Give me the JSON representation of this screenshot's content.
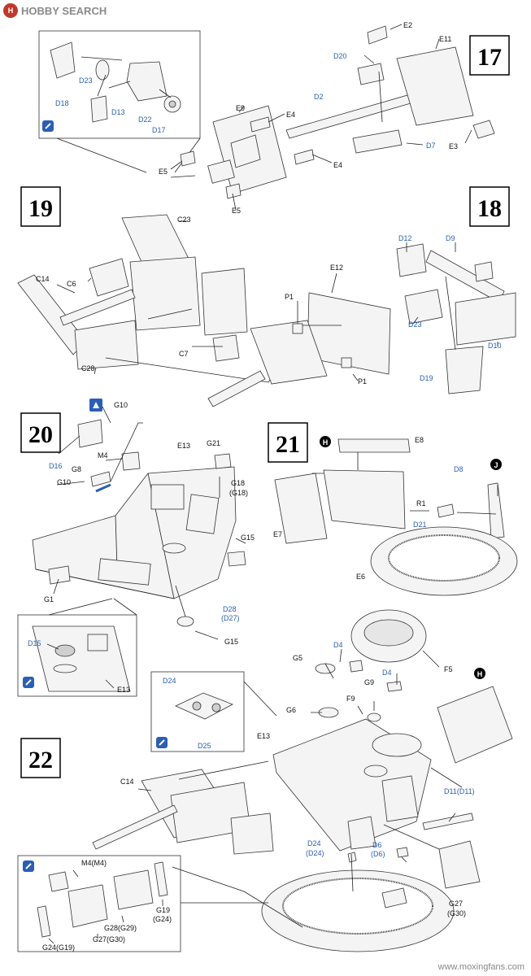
{
  "watermark": {
    "logo": "H",
    "text": "HOBBY SEARCH",
    "footer": "www.moxingfans.com"
  },
  "steps": {
    "s17": "17",
    "s18": "18",
    "s19": "19",
    "s20": "20",
    "s21": "21",
    "s22": "22"
  },
  "markers": {
    "h": "H",
    "j": "J"
  },
  "labels": {
    "E2": "E2",
    "E11": "E11",
    "D20": "D20",
    "D2": "D2",
    "D7": "D7",
    "E3": "E3",
    "E9": "E9",
    "E4": "E4",
    "E5": "E5",
    "D23": "D23",
    "D13": "D13",
    "D22": "D22",
    "D17": "D17",
    "D18": "D18",
    "C23": "C23",
    "C6": "C6",
    "C14": "C14",
    "C7": "C7",
    "C28": "C28",
    "D12": "D12",
    "D9": "D9",
    "E12": "E12",
    "P1": "P1",
    "D10": "D10",
    "D19": "D19",
    "G10": "G10",
    "D16": "D16",
    "M4": "M4",
    "G8": "G8",
    "E13": "E13",
    "G21": "G21",
    "G18": "G18",
    "G18b": "(G18)",
    "G15": "G15",
    "G1": "G1",
    "D28": "D28",
    "D27": "(D27)",
    "D15": "D15",
    "E8": "E8",
    "D8": "D8",
    "R1": "R1",
    "D21": "D21",
    "E7": "E7",
    "E6": "E6",
    "G5": "G5",
    "D4": "D4",
    "F5": "F5",
    "G9": "G9",
    "F9": "F9",
    "G6": "G6",
    "D24": "D24",
    "D25": "D25",
    "D11": "D11(D11)",
    "D24b": "D24",
    "D24c": "(D24)",
    "D6": "D6",
    "D6b": "(D6)",
    "G27": "G27",
    "G30": "(G30)",
    "M4M4": "M4(M4)",
    "G19": "G19",
    "G24": "(G24)",
    "G28": "G28(G29)",
    "G27G30": "G27(G30)",
    "G24G19": "G24(G19)"
  }
}
